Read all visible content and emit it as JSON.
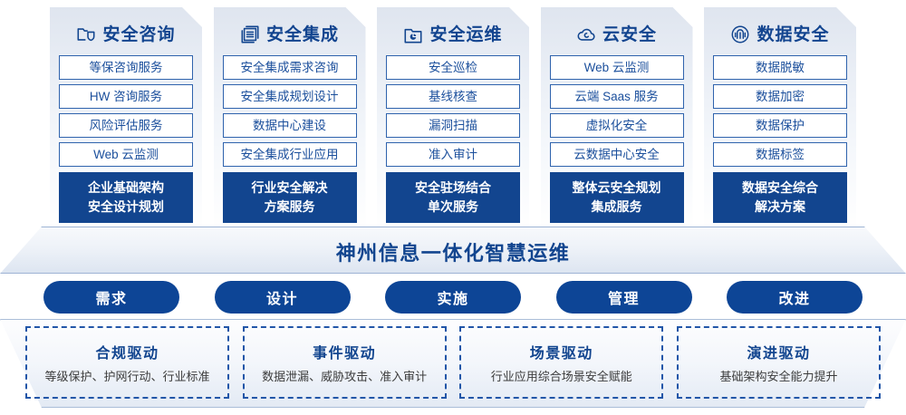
{
  "columns": [
    {
      "icon": "folder-shield-icon",
      "title": "安全咨询",
      "items": [
        "等保咨询服务",
        "HW 咨询服务",
        "风险评估服务",
        "Web 云监测"
      ],
      "footer": "企业基础架构\n安全设计规划"
    },
    {
      "icon": "stacked-documents-icon",
      "title": "安全集成",
      "items": [
        "安全集成需求咨询",
        "安全集成规划设计",
        "数据中心建设",
        "安全集成行业应用"
      ],
      "footer": "行业安全解决\n方案服务"
    },
    {
      "icon": "folder-chart-icon",
      "title": "安全运维",
      "items": [
        "安全巡检",
        "基线核查",
        "漏洞扫描",
        "准入审计"
      ],
      "footer": "安全驻场结合\n单次服务"
    },
    {
      "icon": "cloud-icon",
      "title": "云安全",
      "items": [
        "Web 云监测",
        "云端 Saas 服务",
        "虚拟化安全",
        "云数据中心安全"
      ],
      "footer": "整体云安全规划\n集成服务"
    },
    {
      "icon": "fingerprint-icon",
      "title": "数据安全",
      "items": [
        "数据脱敏",
        "数据加密",
        "数据保护",
        "数据标签"
      ],
      "footer": "数据安全综合\n解决方案"
    }
  ],
  "banner": {
    "title": "神州信息一体化智慧运维"
  },
  "phases": [
    {
      "label": "需求"
    },
    {
      "label": "设计"
    },
    {
      "label": "实施"
    },
    {
      "label": "管理"
    },
    {
      "label": "改进"
    }
  ],
  "drivers": [
    {
      "title": "合规驱动",
      "desc": "等级保护、护网行动、行业标准"
    },
    {
      "title": "事件驱动",
      "desc": "数据泄漏、威胁攻击、准入审计"
    },
    {
      "title": "场景驱动",
      "desc": "行业应用综合场景安全赋能"
    },
    {
      "title": "演进驱动",
      "desc": "基础架构安全能力提升"
    }
  ],
  "colors": {
    "brand_blue": "#12458f",
    "pill_blue": "#0d4596",
    "item_border": "#2f63ad",
    "dashed_border": "#2256a8"
  }
}
